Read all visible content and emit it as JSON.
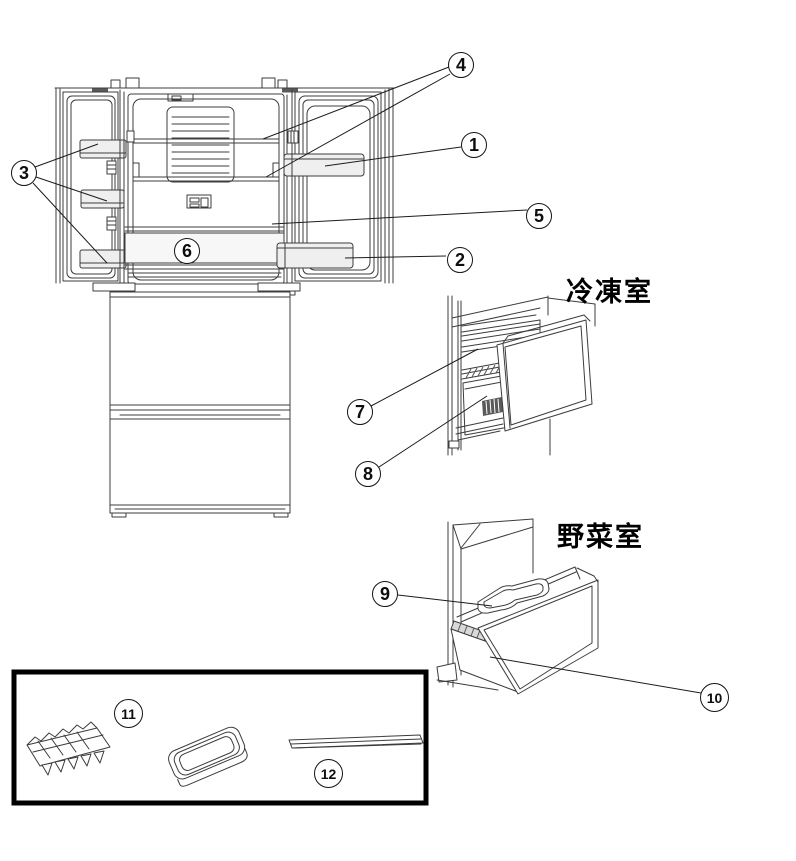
{
  "diagram": {
    "background": "#ffffff",
    "line_color": "#3c3c3c",
    "border_color": "#000000",
    "sections": {
      "freezer": {
        "label": "冷凍室"
      },
      "vegetable": {
        "label": "野菜室"
      }
    },
    "callouts": [
      {
        "num": "1"
      },
      {
        "num": "2"
      },
      {
        "num": "3"
      },
      {
        "num": "4"
      },
      {
        "num": "5"
      },
      {
        "num": "6"
      },
      {
        "num": "7"
      },
      {
        "num": "8"
      },
      {
        "num": "9"
      },
      {
        "num": "10"
      },
      {
        "num": "11"
      },
      {
        "num": "12"
      }
    ]
  }
}
